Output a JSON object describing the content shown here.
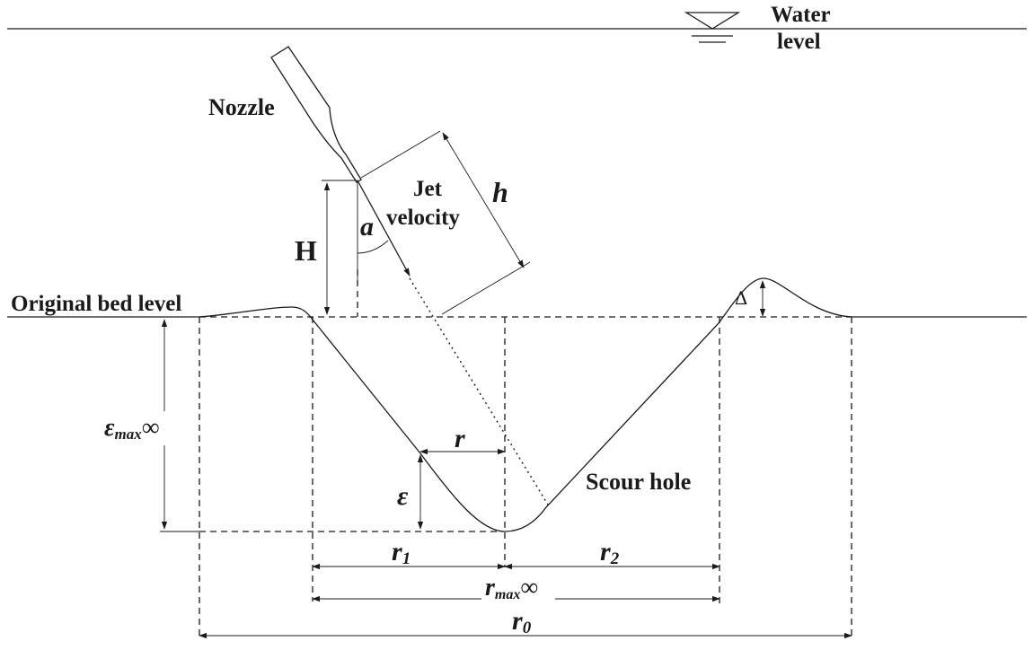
{
  "labels": {
    "water_level_line1": "Water",
    "water_level_line2": "level",
    "nozzle": "Nozzle",
    "jet_velocity_line1": "Jet",
    "jet_velocity_line2": "velocity",
    "h": "h",
    "alpha": "a",
    "H": "H",
    "original_bed_level": "Original bed level",
    "delta": "Δ",
    "eps_max": "ε",
    "eps_max_sub": "max",
    "inf": "∞",
    "r": "r",
    "eps": "ε",
    "scour_hole": "Scour hole",
    "r1": "r",
    "r1_sub": "1",
    "r2": "r",
    "r2_sub": "2",
    "rmax": "r",
    "rmax_sub": "max",
    "r0": "r",
    "r0_sub": "0"
  },
  "colors": {
    "ink": "#1a1a1a",
    "background": "#ffffff"
  }
}
